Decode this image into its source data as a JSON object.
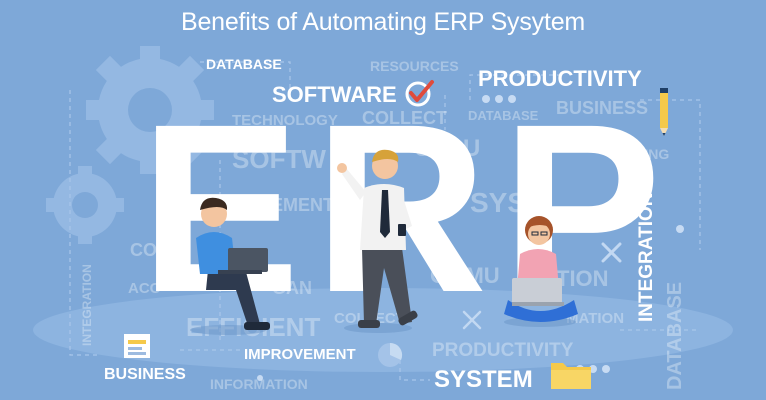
{
  "title": "Benefits of Automating ERP Sysytem",
  "logo_text": "ERP",
  "labels": {
    "database": "DATABASE",
    "resources": "RESOURCES",
    "software": "SOFTWARE",
    "productivity": "PRODUCTIVITY",
    "technology": "TECHNOLOGY",
    "collect": "COLLECT",
    "database2": "DATABASE",
    "business_top": "BUSINESS",
    "structure": "STRU",
    "planning": "ANNING",
    "softw_faint": "SOFTW",
    "provement": "ROVEMENT",
    "integration": "INTEGRATION",
    "system_faint": "SYST",
    "co_faint": "CO",
    "acco_faint": "ACC",
    "organization_faint": "GAN",
    "communication_faint": "OMMU",
    "tion_faint": "TION",
    "efficient": "EFFICIENT",
    "collect2": "COLLECT",
    "mation_faint": "MATION",
    "integration_left": "INTEGRATION",
    "improvement": "IMPROVEMENT",
    "productivity2": "PRODUCTIVITY",
    "business": "BUSINESS",
    "information": "INFORMATION",
    "system": "SYSTEM",
    "database_vert": "DATABASE"
  },
  "colors": {
    "background": "#7ea8d8",
    "navy_text": "#1f3f66",
    "accent_red": "#e04b3c",
    "folder_yellow": "#f5c94a",
    "shirt_blue": "#3f8fe0",
    "shirt_white": "#f2f2f2",
    "shirt_pink": "#f2a3b3"
  }
}
